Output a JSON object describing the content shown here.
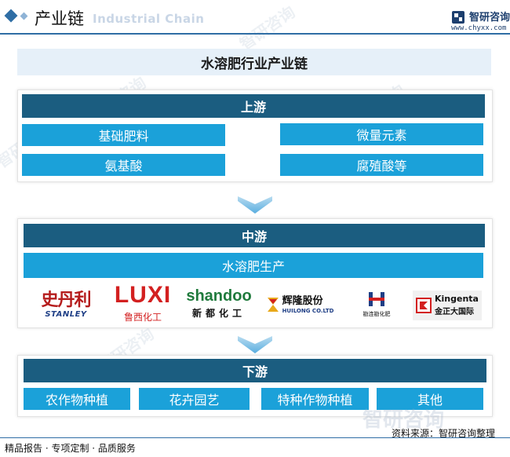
{
  "header": {
    "title": "产业链",
    "ghost_text": "Industrial Chain",
    "brand_name": "智研咨询",
    "brand_url": "www.chyxx.com"
  },
  "diagram_title": "水溶肥行业产业链",
  "upstream": {
    "heading": "上游",
    "items": [
      "基础肥料",
      "微量元素",
      "氨基酸",
      "腐殖酸等"
    ]
  },
  "midstream": {
    "heading": "中游",
    "product": "水溶肥生产",
    "logos": [
      {
        "main": "史丹利",
        "sub": "STANLEY"
      },
      {
        "main": "LUXI",
        "sub": "鲁西化工"
      },
      {
        "main": "shandoo",
        "sub": "新都化工"
      },
      {
        "main": "辉隆股份",
        "sub": "HUILONG CO.LTD"
      },
      {
        "main": "H",
        "sub": "勘连勘化肥"
      },
      {
        "main": "Kingenta",
        "sub": "金正大国际"
      }
    ]
  },
  "downstream": {
    "heading": "下游",
    "items": [
      "农作物种植",
      "花卉园艺",
      "特种作物种植",
      "其他"
    ]
  },
  "watermark": {
    "text": "智研咨询"
  },
  "footer": {
    "services": "精品报告 · 专项定制 · 品质服务",
    "source": "资料来源：智研咨询整理"
  },
  "colors": {
    "accent": "#2f6ea5",
    "section_header": "#1b5d80",
    "item_box": "#1ba1d9",
    "title_band": "#e6f0f9"
  }
}
